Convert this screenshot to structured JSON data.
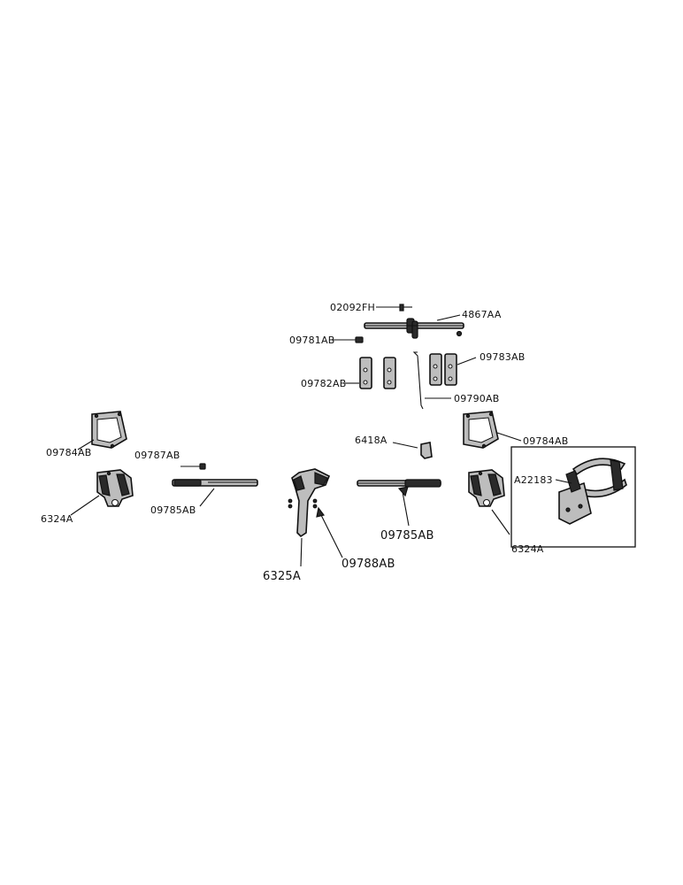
{
  "diagram": {
    "labels": [
      {
        "id": "02092FH",
        "text": "02092FH"
      },
      {
        "id": "4867AA",
        "text": "4867AA"
      },
      {
        "id": "09781AB",
        "text": "09781AB"
      },
      {
        "id": "09783AB",
        "text": "09783AB"
      },
      {
        "id": "09782AB",
        "text": "09782AB"
      },
      {
        "id": "09790AB",
        "text": "09790AB"
      },
      {
        "id": "09784AB_left",
        "text": "09784AB"
      },
      {
        "id": "09784AB_right",
        "text": "09784AB"
      },
      {
        "id": "6418A",
        "text": "6418A"
      },
      {
        "id": "09787AB",
        "text": "09787AB"
      },
      {
        "id": "A22183",
        "text": "A22183"
      },
      {
        "id": "6324A_left",
        "text": "6324A"
      },
      {
        "id": "09785AB_left",
        "text": "09785AB"
      },
      {
        "id": "09785AB_center",
        "text": "09785AB"
      },
      {
        "id": "6324A_right",
        "text": "6324A"
      },
      {
        "id": "6325A",
        "text": "6325A"
      },
      {
        "id": "09788AB",
        "text": "09788AB"
      }
    ]
  }
}
